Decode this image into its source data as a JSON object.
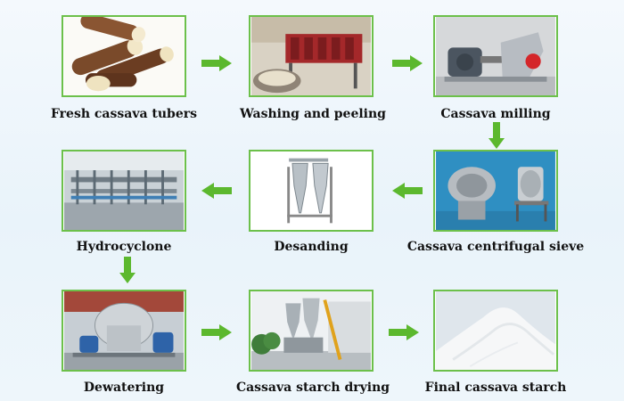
{
  "steps": [
    {
      "id": "fresh-cassava-tubers",
      "label": "Fresh cassava tubers"
    },
    {
      "id": "washing-and-peeling",
      "label": "Washing and peeling"
    },
    {
      "id": "cassava-milling",
      "label": "Cassava milling"
    },
    {
      "id": "cassava-centrifugal-sieve",
      "label": "Cassava centrifugal sieve"
    },
    {
      "id": "desanding",
      "label": "Desanding"
    },
    {
      "id": "hydrocyclone",
      "label": "Hydrocyclone"
    },
    {
      "id": "dewatering",
      "label": "Dewatering"
    },
    {
      "id": "cassava-starch-drying",
      "label": "Cassava starch drying"
    },
    {
      "id": "final-cassava-starch",
      "label": "Final cassava starch"
    }
  ],
  "colors": {
    "frame": "#6cc04a",
    "arrow": "#5cb82e",
    "label": "#111111"
  },
  "icons": {
    "arrow": "arrow-icon"
  }
}
